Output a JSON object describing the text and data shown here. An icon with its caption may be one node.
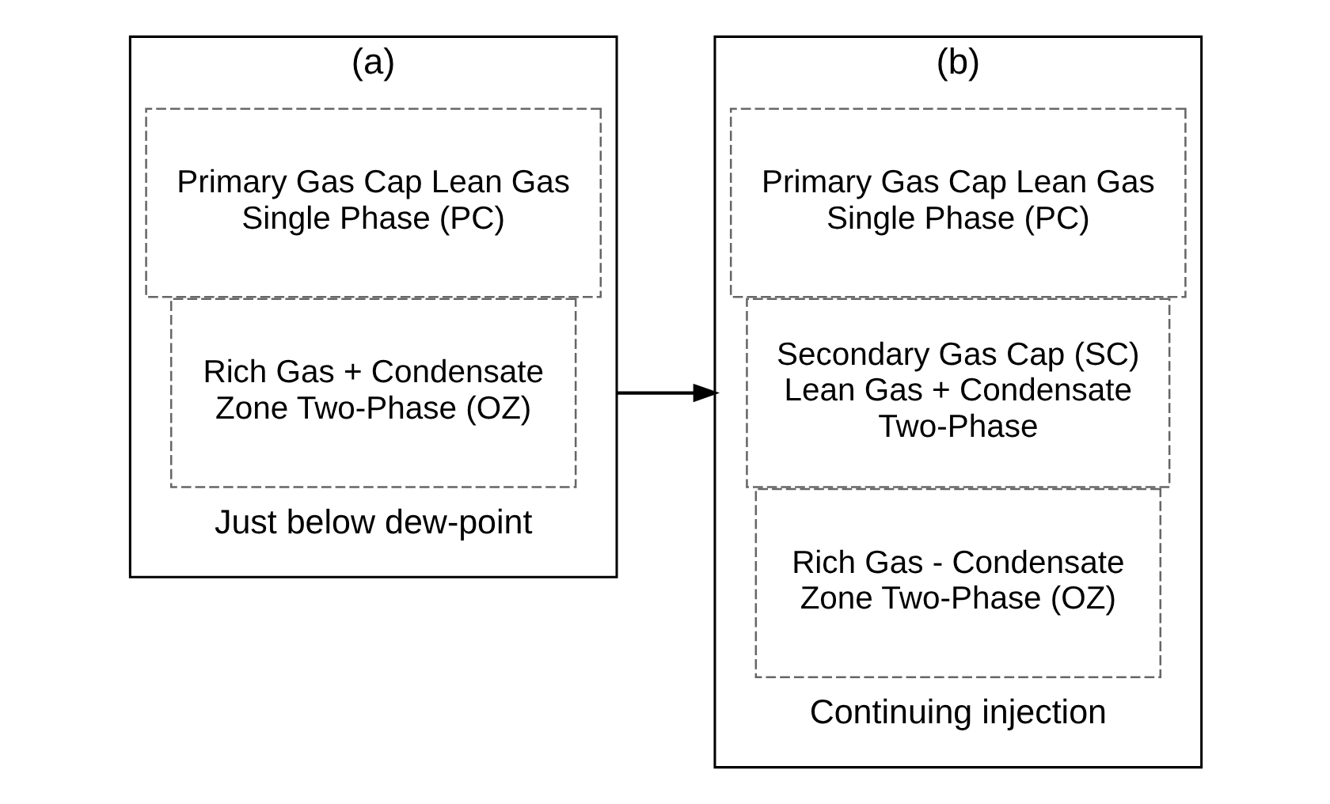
{
  "diagram": {
    "nodes": [
      {
        "text": [
          "(a)"
        ],
        "beside": [
          "Just below dew-point"
        ]
      },
      {
        "text": [
          "Primary Gas Cap Lean Gas Single Phase (PC)"
        ],
        "in": 0
      },
      {
        "text": [
          "Rich Gas + Condensate Zone Two-Phase (OZ)"
        ],
        "in": 0
      },
      {
        "text": [
          "(b)"
        ],
        "beside": [
          "Continuing injection"
        ]
      },
      {
        "text": [
          "Primary Gas Cap Lean Gas Single Phase (PC)"
        ],
        "in": 3
      },
      {
        "text": [
          "Secondary Gas Cap (SC) Lean Gas + Condensate Two-Phase"
        ],
        "in": 3
      },
      {
        "text": [
          "Rich Gas - Condensate Zone Two-Phase (OZ)"
        ],
        "in": 3
      }
    ],
    "edges": [
      {
        "from": 0,
        "to": 3,
        "arrow": "to"
      }
    ]
  }
}
